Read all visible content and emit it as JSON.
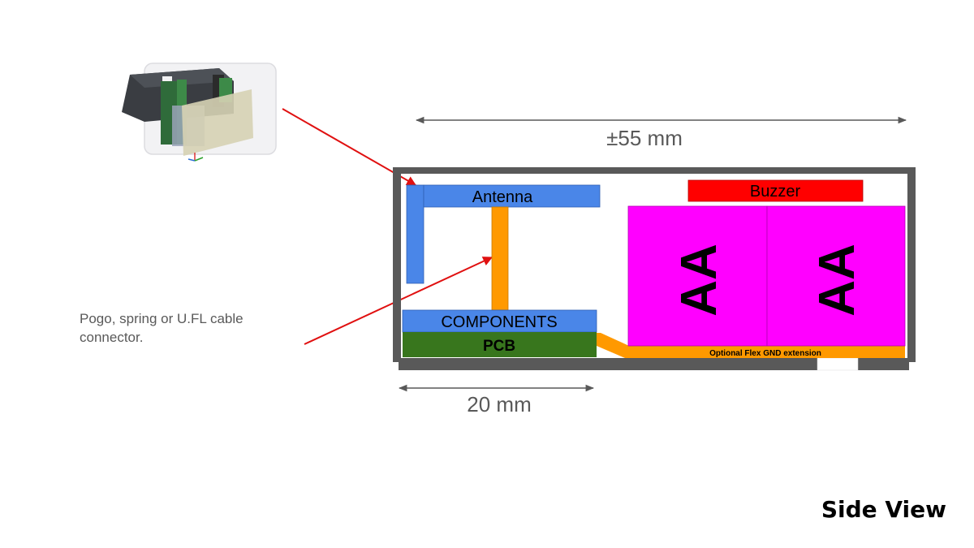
{
  "labels": {
    "width_overall": "±55 mm",
    "width_pcb": "20 mm",
    "antenna": "Antenna",
    "buzzer": "Buzzer",
    "components": "COMPONENTS",
    "pcb": "PCB",
    "battery_1": "AA",
    "battery_2": "AA",
    "flex": "Optional Flex GND extension",
    "connector_note": "Pogo, spring or U.FL cable connector.",
    "view": "Side View"
  },
  "colors": {
    "enclosure": "#595959",
    "antenna": "#4a86e8",
    "buzzer": "#ff0000",
    "battery": "#ff00ff",
    "pcb": "#38761d",
    "flex": "#ff9900",
    "arrow": "#e01010"
  },
  "icons": {
    "device_render": "obd-device-3d-render-icon"
  }
}
